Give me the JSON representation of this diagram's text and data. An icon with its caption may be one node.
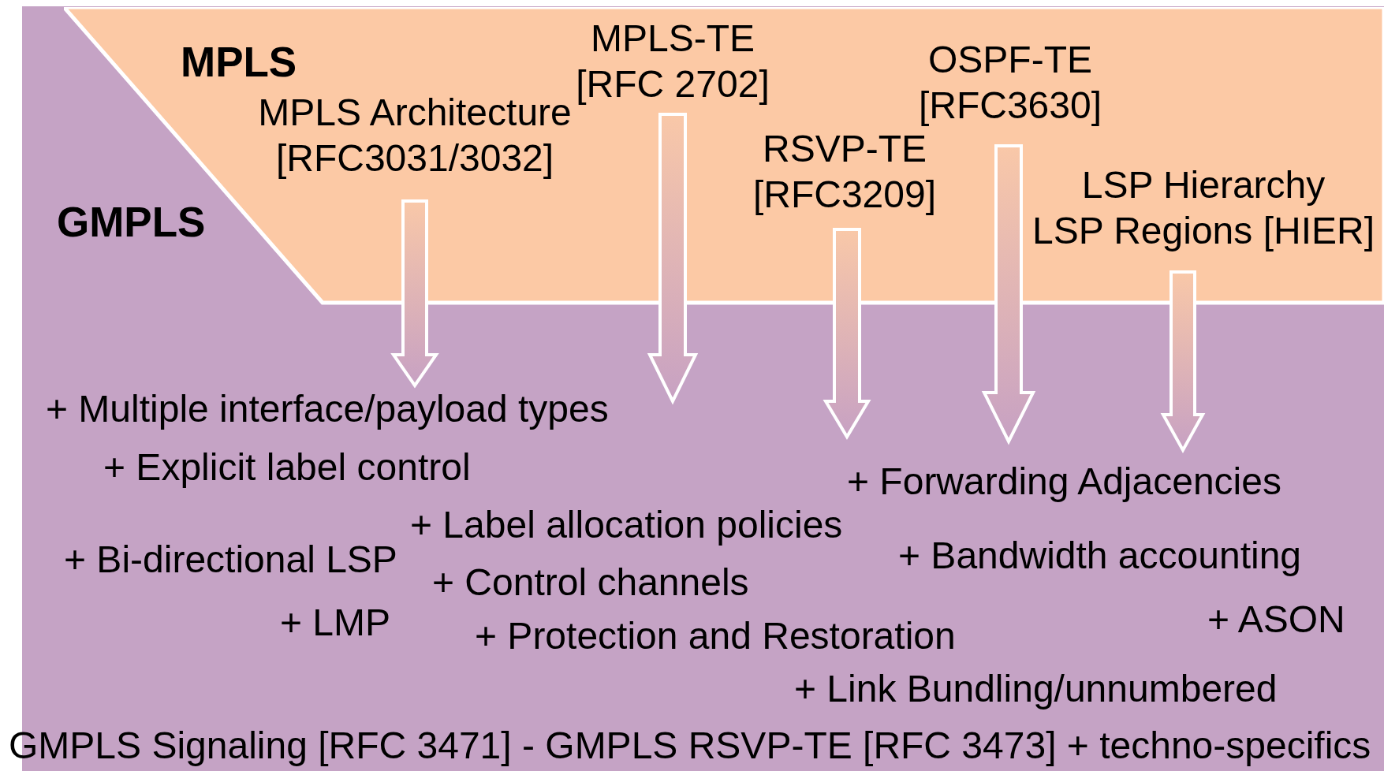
{
  "diagram": {
    "nodes": [
      {
        "text": [
          "GMPLS"
        ]
      },
      {
        "text": [
          "MPLS"
        ],
        "in": 0
      },
      {
        "text": [
          "MPLS Architecture [RFC3031/3032]"
        ],
        "in": 1
      },
      {
        "text": [
          "MPLS-TE [RFC 2702]"
        ],
        "in": 1
      },
      {
        "text": [
          "RSVP-TE [RFC3209]"
        ],
        "in": 1
      },
      {
        "text": [
          "OSPF-TE [RFC3630]"
        ],
        "in": 1
      },
      {
        "text": [
          "LSP Hierarchy",
          "LSP Regions [HIER]"
        ],
        "in": 1
      }
    ],
    "edges": [
      {
        "from": 2,
        "to": null,
        "arrow": "to"
      },
      {
        "from": 3,
        "to": null,
        "arrow": "to"
      },
      {
        "from": 4,
        "to": null,
        "arrow": "to"
      },
      {
        "from": 5,
        "to": null,
        "arrow": "to"
      },
      {
        "from": 6,
        "to": null,
        "arrow": "to"
      }
    ],
    "labels": [
      "+ Multiple interface/payload types",
      "+ Explicit label control",
      "+ Forwarding Adjacencies",
      "+ Label allocation policies",
      "+ Bandwidth accounting",
      "+ Bi-directional LSP",
      "+ Control channels",
      "+ ASON",
      "+ LMP",
      "+ Protection and Restoration",
      "+ Link Bundling/unnumbered",
      "GMPLS Signaling [RFC 3471] - GMPLS RSVP-TE [RFC 3473] + techno-specifics"
    ]
  }
}
